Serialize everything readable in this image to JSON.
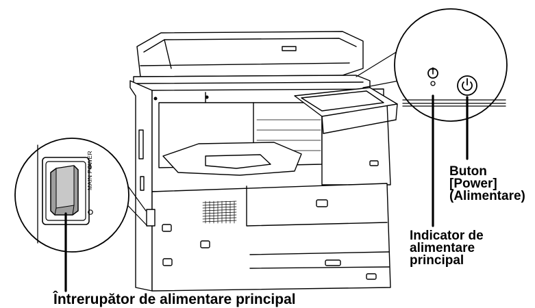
{
  "callouts": {
    "power_button": [
      "Buton",
      "[Power]",
      "(Alimentare)"
    ],
    "main_power_indicator": [
      "Indicator de",
      "alimentare",
      "principal"
    ],
    "main_power_switch": "Întrerupător de alimentare principal"
  },
  "switch_panel_text": "MAIN POWER"
}
